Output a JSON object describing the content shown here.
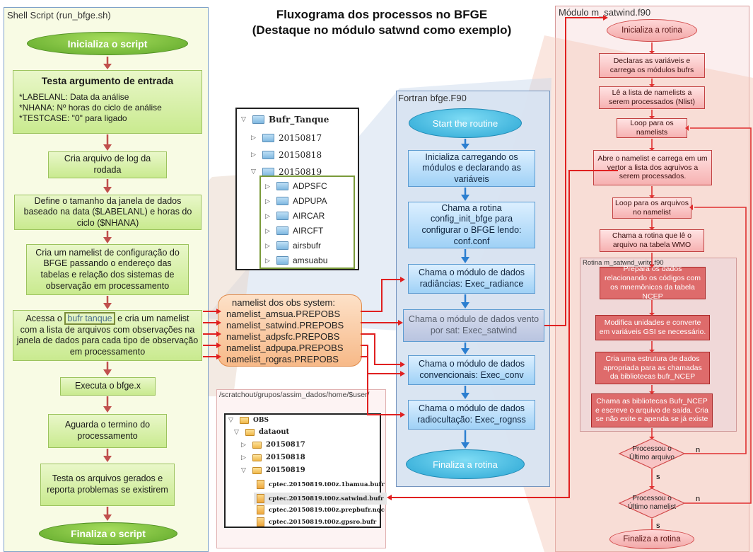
{
  "title": {
    "line1": "Fluxograma dos processos no BFGE",
    "line2": "(Destaque no módulo satwnd como exemplo)"
  },
  "shell": {
    "panel_title": "Shell Script (run_bfge.sh)",
    "start": "Inicializa o script",
    "testa_title": "Testa argumento de entrada",
    "testa_l1": "*LABELANL:  Data da análise",
    "testa_l2": "*NHANA: Nº horas do ciclo  de análise",
    "testa_l3": "*TESTCASE: \"0\" para ligado",
    "log": "Cria arquivo de log da rodada",
    "janela": "Define o tamanho da janela de dados baseado na data ($LABELANL) e horas do ciclo ($NHANA)",
    "namelist_cfg": "Cria um namelist de configuração do BFGE passando o endereço das tabelas e relação dos sistemas de observação em processamento",
    "acessa_pre": "Acessa o ",
    "acessa_hl": "bufr tanque",
    "acessa_post": " e cria um namelist com a lista de arquivos com observações na janela de dados para cada tipo de observação em processamento",
    "executa": "Executa o bfge.x",
    "aguarda": "Aguarda o termino do processamento",
    "testa_arq": "Testa os arquivos gerados e reporta problemas se existirem",
    "end": "Finaliza o script"
  },
  "bufr_tree": {
    "root": "Bufr_Tanque",
    "d1": "20150817",
    "d2": "20150818",
    "d3": "20150819",
    "subs": [
      "ADPSFC",
      "ADPUPA",
      "AIRCAR",
      "AIRCFT",
      "airsbufr",
      "amsuabu"
    ]
  },
  "namelists": {
    "header": "namelist dos obs system:",
    "items": [
      "namelist_amsua.PREPOBS",
      "namelist_satwind.PREPOBS",
      "namelist_adpsfc.PREPOBS",
      "namelist_adpupa.PREPOBS",
      "namelist_rogras.PREPOBS"
    ]
  },
  "out_tree": {
    "path": "/scratchout/grupos/assim_dados/home/$user/",
    "root": "OBS",
    "dataout": "dataout",
    "d1": "20150817",
    "d2": "20150818",
    "d3": "20150819",
    "files": [
      "cptec.20150819.t00z.1bamua.bufr",
      "cptec.20150819.t00z.satwind.bufr",
      "cptec.20150819.t00z.prepbufr.nqc",
      "cptec.20150819.t00z.gpsro.bufr"
    ]
  },
  "fortran": {
    "panel_title": "Fortran bfge.F90",
    "start": "Start the routine",
    "init": "Inicializa carregando os módulos e declarando as variáveis",
    "config": "Chama  a rotina config_init_bfge para configurar o BFGE lendo: conf.conf",
    "rad": "Chama o módulo de dados radiâncias: Exec_radiance",
    "sat": "Chama o módulo de dados vento por sat: Exec_satwind",
    "conv": "Chama o módulo de dados convencionais: Exec_conv",
    "rogn": "Chama o módulo de dados radiocultação: Exec_rognss",
    "end": "Finaliza a rotina"
  },
  "satwind": {
    "panel_title": "Módulo m_satwind.f90",
    "start": "Inicializa a rotina",
    "decl": "Declaras as variáveis e carrega os módulos bufrs",
    "le": "Lê a lista de namelists a serem processados (Nlist)",
    "loop1": "Loop para os namelists",
    "abre": "Abre o namelist e carrega em um vertor a lista dos aqruivos a serem processados.",
    "loop2": "Loop para os arquivos no namelist",
    "chama_wmo": "Chama a rotina que lê o arquivo na tabela WMO",
    "rot_title": "Rotina m_satwnd_write.f90",
    "prep": "Prepara os dados relacionando os códigos com os mnemônicos da tabela NCEP",
    "modif": "Modifica unidades e converte em variáveis GSI se necessário.",
    "cria": "Cria uma estrutura de dados apropriada para as chamadas da bibliotecas bufr_NCEP",
    "chamabib": "Chama as bibliotecas Bufr_NCEP e escreve o arquivo de saída. Cria se não exite e apenda se já existe",
    "dec1": "Processou o Último arquivo",
    "dec2": "Processou o Último namelist",
    "n1": "n",
    "s1": "s",
    "n2": "n",
    "s2": "s",
    "end": "Finaliza a rotina"
  },
  "colors": {
    "shell_bg": "#f6fbdc",
    "green": "#6ab02f",
    "blue": "#2aa6d4",
    "red": "#d84545",
    "arrow_red": "#e02020",
    "arrow_shell": "#c0504d"
  }
}
